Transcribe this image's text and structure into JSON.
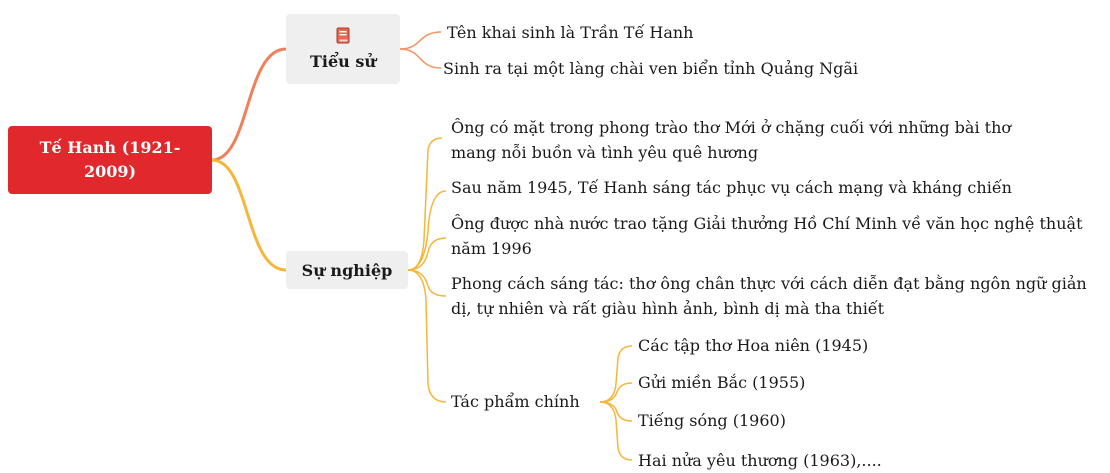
{
  "root": {
    "title": "Tế Hanh (1921-2009)"
  },
  "biography": {
    "label": "Tiểu sử",
    "icon": "book-icon",
    "items": [
      "Tên khai sinh là Trần Tế Hanh",
      "Sinh ra tại một làng chài ven biển tỉnh Quảng Ngãi"
    ]
  },
  "career": {
    "label": "Sự nghiệp",
    "items": [
      {
        "line1": "Ông có mặt trong phong trào thơ Mới ở chặng cuối với những bài thơ",
        "line2": "mang nỗi buồn và tình yêu quê hương"
      },
      {
        "line1": "Sau năm 1945, Tế Hanh sáng tác phục vụ cách mạng và kháng chiến",
        "line2": ""
      },
      {
        "line1": "Ông được nhà nước trao tặng Giải thưởng Hồ Chí Minh về văn học nghệ thuật",
        "line2": "năm 1996"
      },
      {
        "line1": "Phong cách sáng tác: thơ ông chân thực với cách diễn đạt bằng ngôn ngữ giản",
        "line2": "dị, tự nhiên và rất giàu hình ảnh, bình dị mà tha thiết"
      }
    ],
    "works": {
      "label": "Tác phẩm chính",
      "items": [
        "Các tập thơ Hoa niên (1945)",
        "Gửi miền Bắc (1955)",
        "Tiếng sóng (1960)",
        "Hai nửa yêu thương (1963),...."
      ]
    }
  },
  "colors": {
    "root": "#e0282d",
    "branch_bio": "#f07f5a",
    "branch_career": "#f6b63a",
    "topic_bg": "#efefef"
  }
}
